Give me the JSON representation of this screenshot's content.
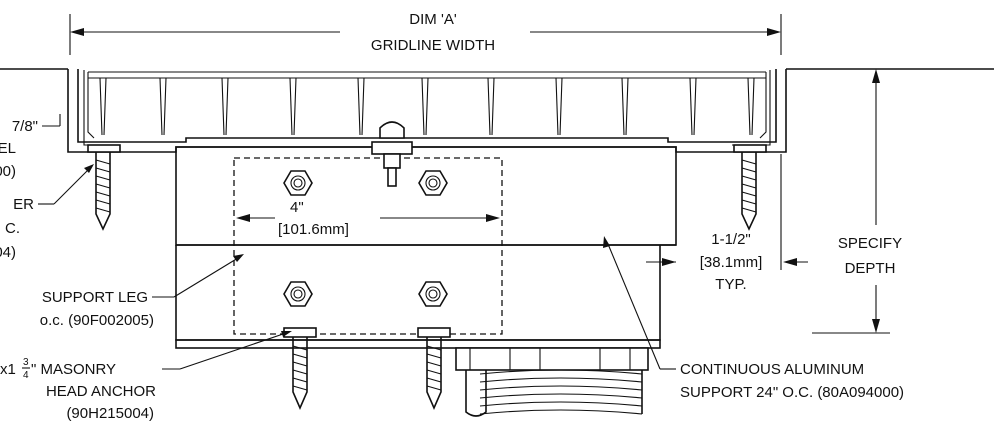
{
  "labels": {
    "dim_a_line1": "DIM 'A'",
    "dim_a_line2": "GRIDLINE WIDTH",
    "left_top_1": "7/8\"",
    "left_top_2": "EL",
    "left_top_3": "00)",
    "left_mid_1": "ER",
    "left_mid_2": "C.",
    "left_mid_3": "04)",
    "support_leg_1": "SUPPORT LEG",
    "support_leg_2": "o.c. (90F002005)",
    "anchor_1a": "x1",
    "anchor_frac_num": "3",
    "anchor_frac_den": "4",
    "anchor_1b": "\" MASONRY",
    "anchor_2": "HEAD ANCHOR",
    "anchor_3": "(90H215004)",
    "dim_4_line1": "4\"",
    "dim_4_line2": "[101.6mm]",
    "dim_15_line1": "1-1/2\"",
    "dim_15_line2": "[38.1mm]",
    "dim_15_line3": "TYP.",
    "specify_1": "SPECIFY",
    "specify_2": "DEPTH",
    "continuous_1": "CONTINUOUS ALUMINUM",
    "continuous_2": "SUPPORT 24\" O.C. (80A094000)"
  }
}
